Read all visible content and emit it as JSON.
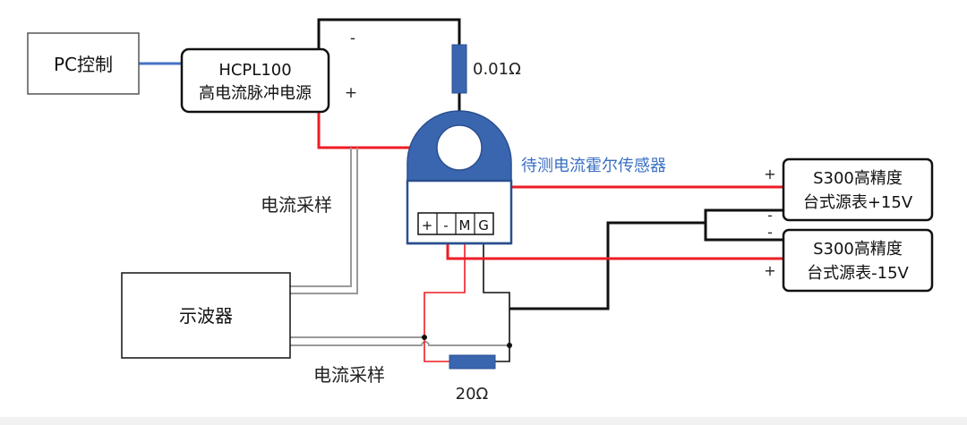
{
  "colors": {
    "wire_black": "#111111",
    "wire_red": "#ee1c24",
    "wire_blue": "#4472c4",
    "wire_gray": "#9a9a9a",
    "component_blue": "#3a66b0",
    "label_blue": "#3a6fc4"
  },
  "pc_control": {
    "label": "PC控制"
  },
  "hcpl_supply": {
    "line1": "HCPL100",
    "line2": "高电流脉冲电源",
    "minus": "-",
    "plus": "+"
  },
  "shunt_resistor": {
    "label": "0.01Ω"
  },
  "hall_sensor": {
    "label": "待测电流霍尔传感器",
    "pins": [
      "+",
      "-",
      "M",
      "G"
    ]
  },
  "meter_plus15": {
    "line1": "S300高精度",
    "line2": "台式源表+15V",
    "plus": "+",
    "minus": "-"
  },
  "meter_minus15": {
    "line1": "S300高精度",
    "line2": "台式源表-15V",
    "minus": "-",
    "plus": "+"
  },
  "oscilloscope": {
    "label": "示波器"
  },
  "current_sampling_1": {
    "label": "电流采样"
  },
  "current_sampling_2": {
    "label": "电流采样"
  },
  "load_resistor": {
    "label": "20Ω"
  }
}
